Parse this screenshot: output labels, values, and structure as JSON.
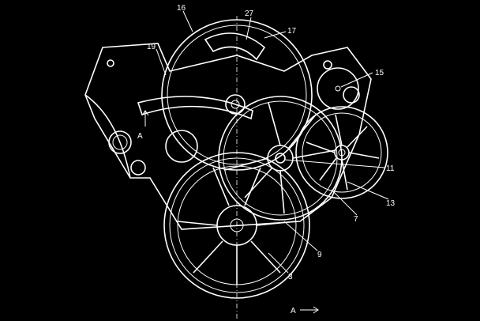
{
  "figure": {
    "labels": {
      "l16": "16",
      "l27": "27",
      "l17": "17",
      "l19": "19",
      "l15": "15",
      "lA_left": "A",
      "l11": "11",
      "l13": "13",
      "l7": "7",
      "l9": "9",
      "l3": "3",
      "lA_bottom": "A"
    },
    "colors": {
      "background": "#000000",
      "line": "#ffffff"
    }
  }
}
